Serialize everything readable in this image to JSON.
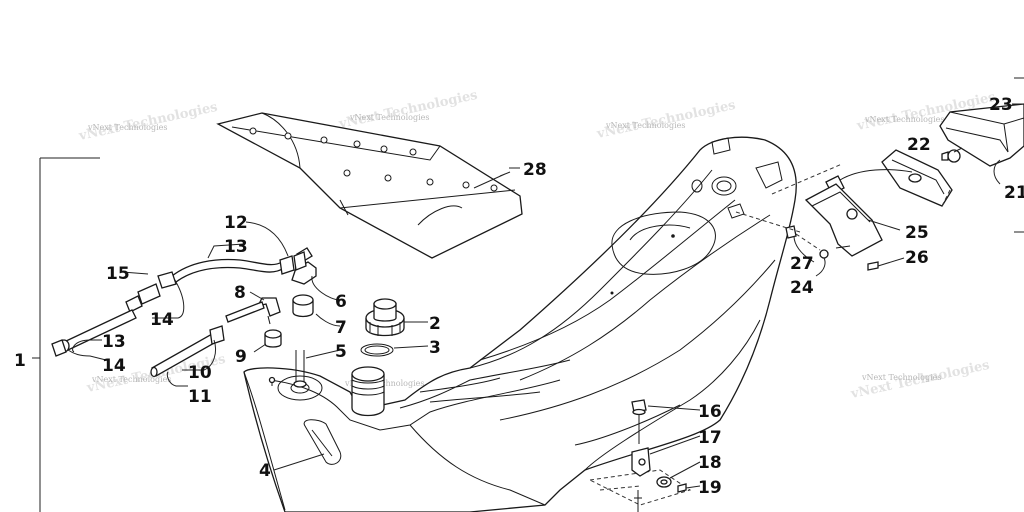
{
  "watermark": {
    "text": "vNext Technologies"
  },
  "callouts": [
    {
      "id": "1",
      "label": "1"
    },
    {
      "id": "2",
      "label": "2"
    },
    {
      "id": "3",
      "label": "3"
    },
    {
      "id": "4",
      "label": "4"
    },
    {
      "id": "5",
      "label": "5"
    },
    {
      "id": "6",
      "label": "6"
    },
    {
      "id": "7",
      "label": "7"
    },
    {
      "id": "8",
      "label": "8"
    },
    {
      "id": "9",
      "label": "9"
    },
    {
      "id": "10",
      "label": "10"
    },
    {
      "id": "11",
      "label": "11"
    },
    {
      "id": "12",
      "label": "12"
    },
    {
      "id": "13a",
      "label": "13"
    },
    {
      "id": "13b",
      "label": "13"
    },
    {
      "id": "14a",
      "label": "14"
    },
    {
      "id": "14b",
      "label": "14"
    },
    {
      "id": "15",
      "label": "15"
    },
    {
      "id": "16",
      "label": "16"
    },
    {
      "id": "17",
      "label": "17"
    },
    {
      "id": "18",
      "label": "18"
    },
    {
      "id": "19",
      "label": "19"
    },
    {
      "id": "21",
      "label": "21"
    },
    {
      "id": "22",
      "label": "22"
    },
    {
      "id": "23",
      "label": "23"
    },
    {
      "id": "24",
      "label": "24"
    },
    {
      "id": "25",
      "label": "25"
    },
    {
      "id": "26",
      "label": "26"
    },
    {
      "id": "27",
      "label": "27"
    },
    {
      "id": "28",
      "label": "28"
    }
  ]
}
